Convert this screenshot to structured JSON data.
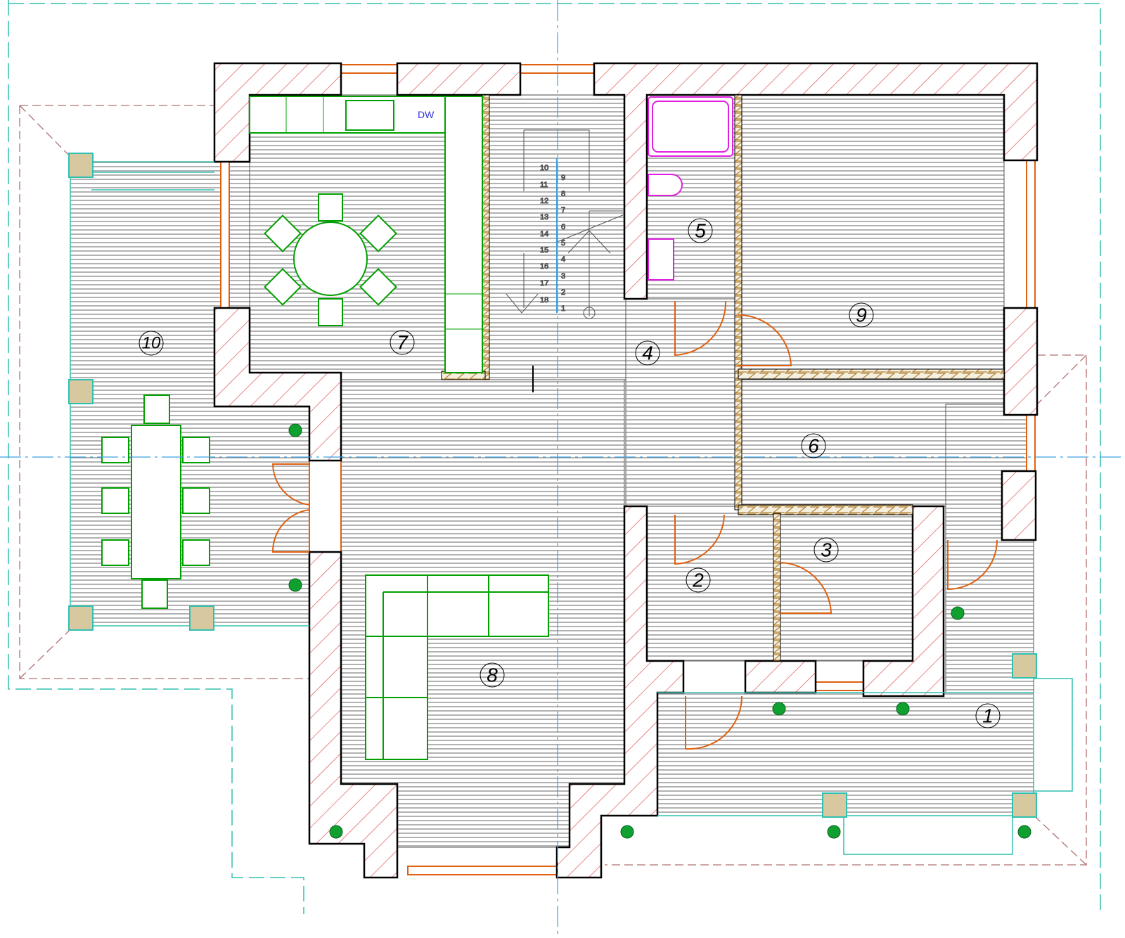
{
  "plan": {
    "rooms": [
      "1",
      "2",
      "3",
      "4",
      "5",
      "6",
      "7",
      "8",
      "9",
      "10"
    ],
    "kitchen_appliance_label": "DW",
    "stair_steps_up": [
      "1",
      "2",
      "3",
      "4",
      "5",
      "6",
      "7",
      "8",
      "9"
    ],
    "stair_steps_down": [
      "10",
      "11",
      "12",
      "13",
      "14",
      "15",
      "16",
      "17",
      "18"
    ]
  },
  "colors": {
    "wall_hatch": "#e06060",
    "furniture": "#00a000",
    "doors_windows": "#e06010",
    "axis": "#3ca0e0",
    "outline": "#30c0b0",
    "sanitary": "#e020e0"
  }
}
